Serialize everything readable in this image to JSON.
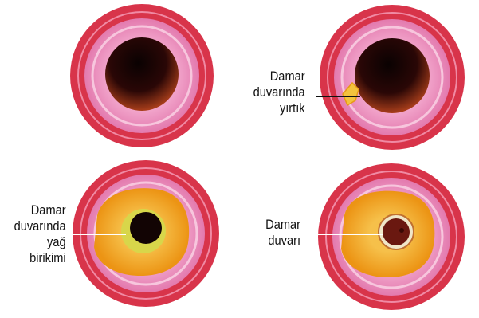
{
  "colors": {
    "outer_ring": "#d8344a",
    "outer_ring_dark": "#b0243a",
    "pink_wall": "#e77fb3",
    "pink_wall_light": "#f2a6cc",
    "lumen_dark": "#1a0604",
    "lumen_red": "#b5401b",
    "plaque": "#f2a018",
    "plaque_light": "#f6c34a",
    "tear": "#f3c23d",
    "clot": "#6a1810",
    "leader_line": "#111111"
  },
  "panels": [
    {
      "id": "healthy-artery"
    },
    {
      "id": "torn-artery",
      "label_lines": [
        "Damar",
        "duvarında",
        "yırtık"
      ]
    },
    {
      "id": "fat-buildup-artery",
      "label_lines": [
        "Damar",
        "duvarında",
        "yağ",
        "birikimi"
      ]
    },
    {
      "id": "blocked-artery",
      "label_lines": [
        "Damar",
        "duvarı"
      ]
    }
  ]
}
